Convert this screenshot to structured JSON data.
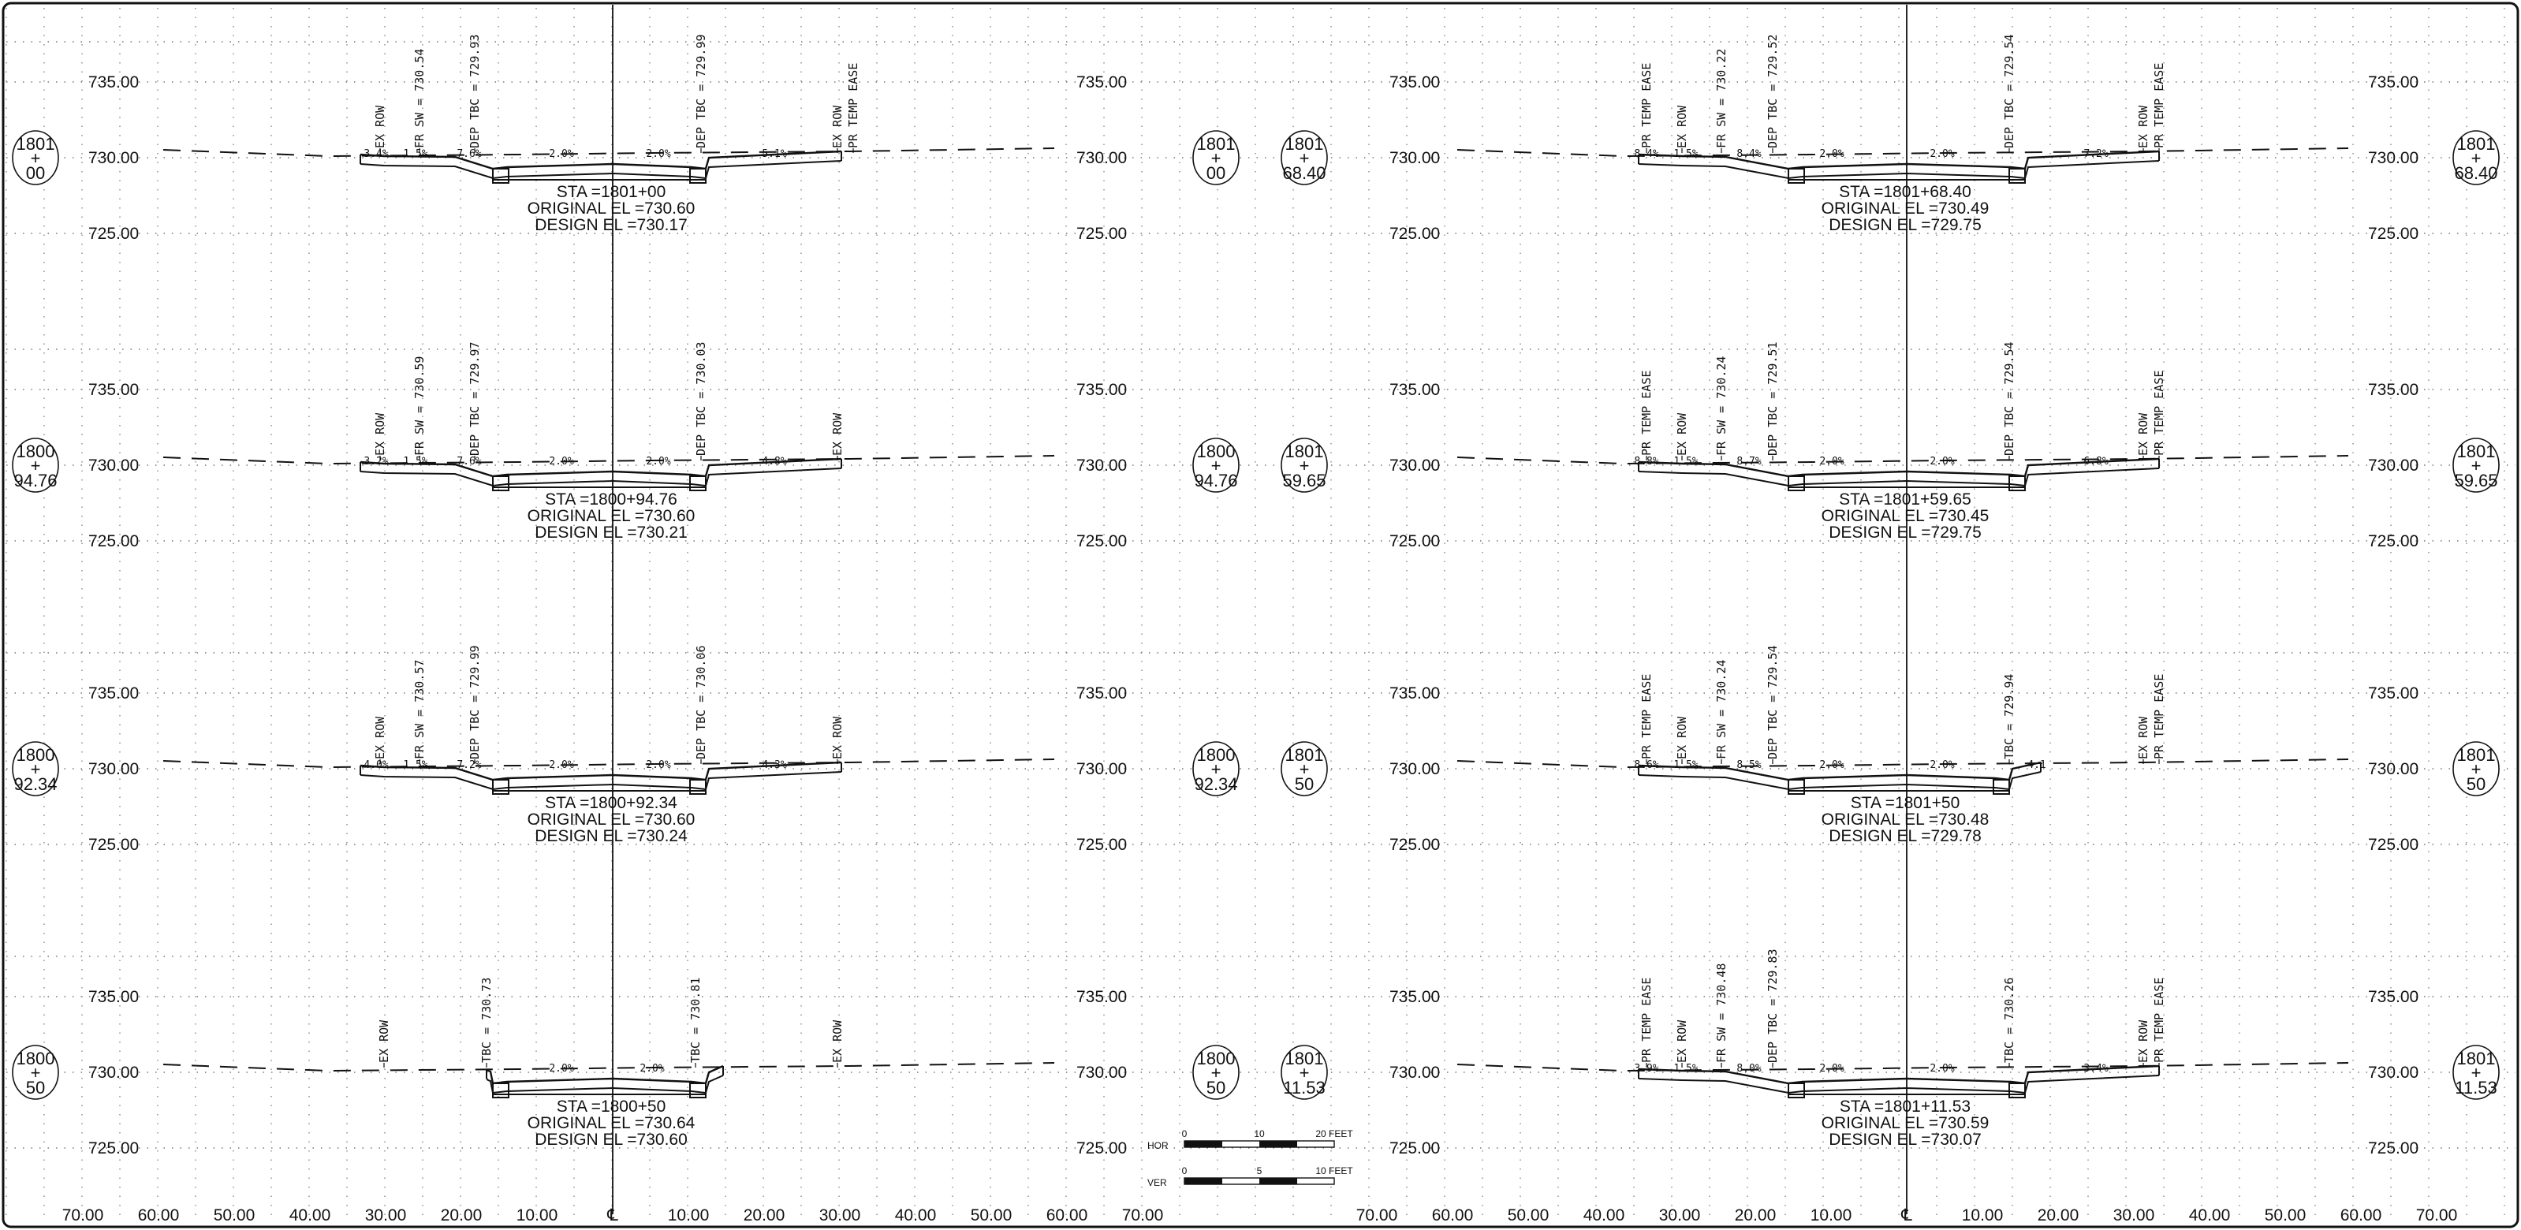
{
  "sheet": {
    "elevation_labels": [
      "735.00",
      "730.00",
      "725.00"
    ],
    "offset_labels": [
      "70.00",
      "60.00",
      "50.00",
      "40.00",
      "30.00",
      "20.00",
      "10.00",
      "℄",
      "10.00",
      "20.00",
      "30.00",
      "40.00",
      "50.00",
      "60.00",
      "70.00"
    ],
    "scale_bar": {
      "hor_label": "HOR",
      "ver_label": "VER",
      "hor_ticks": [
        "0",
        "10",
        "20 FEET"
      ],
      "ver_ticks": [
        "0",
        "5",
        "10 FEET"
      ]
    }
  },
  "sections": [
    {
      "station_top": "1801",
      "station_bottom": "00",
      "sta": "STA =1801+00",
      "orig": "ORIGINAL  EL  =730.60",
      "design": "DESIGN  EL  =730.17",
      "labels": [
        "EX ROW",
        "FR SW = 730.54",
        "DEP TBC = 729.93",
        "DEP TBC = 729.99",
        "EX ROW",
        "PR TEMP EASE"
      ],
      "slopes": [
        "3.4%",
        "1.5%",
        "7.6%",
        "2.0%",
        "2.0%",
        "5.1%"
      ]
    },
    {
      "station_top": "1800",
      "station_bottom": "94.76",
      "sta": "STA =1800+94.76",
      "orig": "ORIGINAL  EL  =730.60",
      "design": "DESIGN  EL  =730.21",
      "labels": [
        "EX ROW",
        "FR SW = 730.59",
        "DEP TBC = 729.97",
        "DEP TBC = 730.03",
        "EX ROW"
      ],
      "slopes": [
        "3.2%",
        "1.5%",
        "7.6%",
        "2.0%",
        "2.0%",
        "4.8%"
      ]
    },
    {
      "station_top": "1800",
      "station_bottom": "92.34",
      "sta": "STA =1800+92.34",
      "orig": "ORIGINAL  EL  =730.60",
      "design": "DESIGN  EL  =730.24",
      "labels": [
        "EX ROW",
        "FR SW = 730.57",
        "DEP TBC = 729.99",
        "DEP TBC = 730.06",
        "EX ROW"
      ],
      "slopes": [
        "4.0%",
        "1.5%",
        "7.2%",
        "2.0%",
        "2.0%",
        "4.3%"
      ]
    },
    {
      "station_top": "1800",
      "station_bottom": "50",
      "sta": "STA =1800+50",
      "orig": "ORIGINAL  EL  =730.64",
      "design": "DESIGN  EL  =730.60",
      "labels": [
        "EX ROW",
        "TBC = 730.73",
        "TBC = 730.81",
        "EX ROW"
      ],
      "slopes": [
        "2.0%",
        "2.0%"
      ]
    },
    {
      "station_top": "1801",
      "station_bottom": "68.40",
      "sta": "STA =1801+68.40",
      "orig": "ORIGINAL  EL  =730.49",
      "design": "DESIGN  EL  =729.75",
      "labels": [
        "PR TEMP EASE",
        "EX ROW",
        "FR SW = 730.22",
        "DEP TBC = 729.52",
        "DEP TBC = 729.54",
        "EX ROW",
        "PR TEMP EASE"
      ],
      "slopes": [
        "8.4%",
        "1.5%",
        "8.4%",
        "2.0%",
        "2.0%",
        "7.2%"
      ]
    },
    {
      "station_top": "1801",
      "station_bottom": "59.65",
      "sta": "STA =1801+59.65",
      "orig": "ORIGINAL  EL  =730.45",
      "design": "DESIGN  EL  =729.75",
      "labels": [
        "PR TEMP EASE",
        "EX ROW",
        "FR SW = 730.24",
        "DEP TBC = 729.51",
        "DEP TBC = 729.54",
        "EX ROW",
        "PR TEMP EASE"
      ],
      "slopes": [
        "8.8%",
        "1.5%",
        "8.7%",
        "2.0%",
        "2.0%",
        "6.8%"
      ]
    },
    {
      "station_top": "1801",
      "station_bottom": "50",
      "sta": "STA =1801+50",
      "orig": "ORIGINAL  EL  =730.48",
      "design": "DESIGN  EL  =729.78",
      "labels": [
        "PR TEMP EASE",
        "EX ROW",
        "FR SW = 730.24",
        "DEP TBC = 729.54",
        "TBC = 729.94",
        "EX ROW",
        "PR TEMP EASE"
      ],
      "slopes": [
        "8.6%",
        "1.5%",
        "8.5%",
        "2.0%",
        "2.0%",
        "4:1"
      ]
    },
    {
      "station_top": "1801",
      "station_bottom": "11.53",
      "sta": "STA =1801+11.53",
      "orig": "ORIGINAL  EL  =730.59",
      "design": "DESIGN  EL  =730.07",
      "labels": [
        "PR TEMP EASE",
        "EX ROW",
        "FR SW = 730.48",
        "DEP TBC = 729.83",
        "TBC = 730.26",
        "EX ROW",
        "PR TEMP EASE"
      ],
      "slopes": [
        "3.9%",
        "1.5%",
        "8.0%",
        "2.0%",
        "2.0%",
        "3.4%"
      ]
    }
  ]
}
